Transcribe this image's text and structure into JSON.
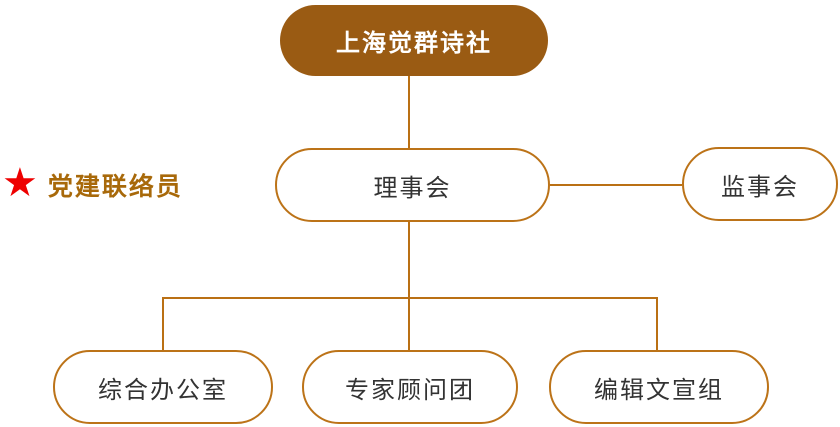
{
  "page": {
    "background_color": "#ffffff",
    "type": "organization-chart"
  },
  "colors": {
    "root_node_fill": "#9A5B13",
    "root_node_text": "#ffffff",
    "node_border": "#BC7318",
    "node_text": "#333333",
    "connector_line": "#BA7014",
    "legend_star": "#EE0000",
    "legend_text": "#A8690A"
  },
  "legend": {
    "star_icon": "★",
    "label": "党建联络员"
  },
  "org_chart": {
    "root": {
      "label": "上海觉群诗社"
    },
    "level2": [
      {
        "label": "理事会"
      },
      {
        "label": "监事会"
      }
    ],
    "level3": [
      {
        "label": "综合办公室"
      },
      {
        "label": "专家顾问团"
      },
      {
        "label": "编辑文宣组"
      }
    ]
  }
}
